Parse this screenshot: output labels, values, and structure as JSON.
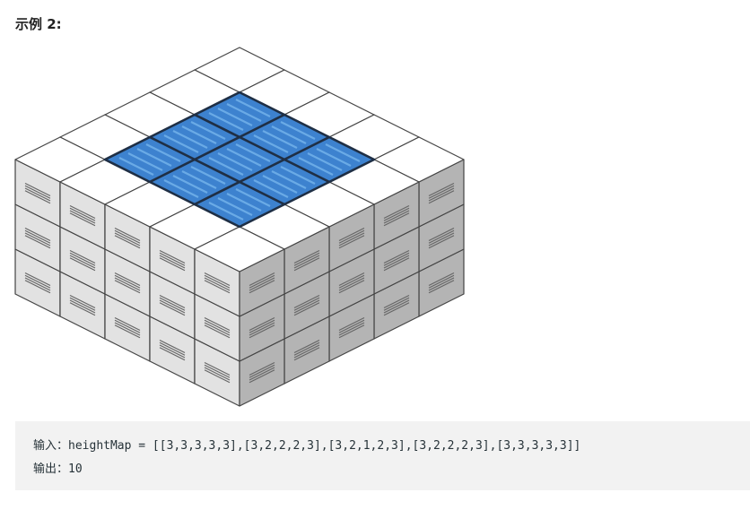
{
  "heading": "示例 2:",
  "figure": {
    "description_alt": "heightMap",
    "grid": [
      [
        3,
        3,
        3,
        3,
        3
      ],
      [
        3,
        2,
        2,
        2,
        3
      ],
      [
        3,
        2,
        1,
        2,
        3
      ],
      [
        3,
        2,
        2,
        2,
        3
      ],
      [
        3,
        3,
        3,
        3,
        3
      ]
    ],
    "water_level": 3,
    "colors": {
      "top": "#ffffff",
      "left_face": "#e2e2e2",
      "right_face": "#b4b4b4",
      "edge": "#444444",
      "water": "#3d82cf",
      "water_stripe": "#6aaae6",
      "water_edge": "#1f2f45",
      "vent": "#666666"
    }
  },
  "example": {
    "input_label": "输入：",
    "input_value": "heightMap = [[3,3,3,3,3],[3,2,2,2,3],[3,2,1,2,3],[3,2,2,2,3],[3,3,3,3,3]]",
    "output_label": "输出：",
    "output_value": "10"
  }
}
